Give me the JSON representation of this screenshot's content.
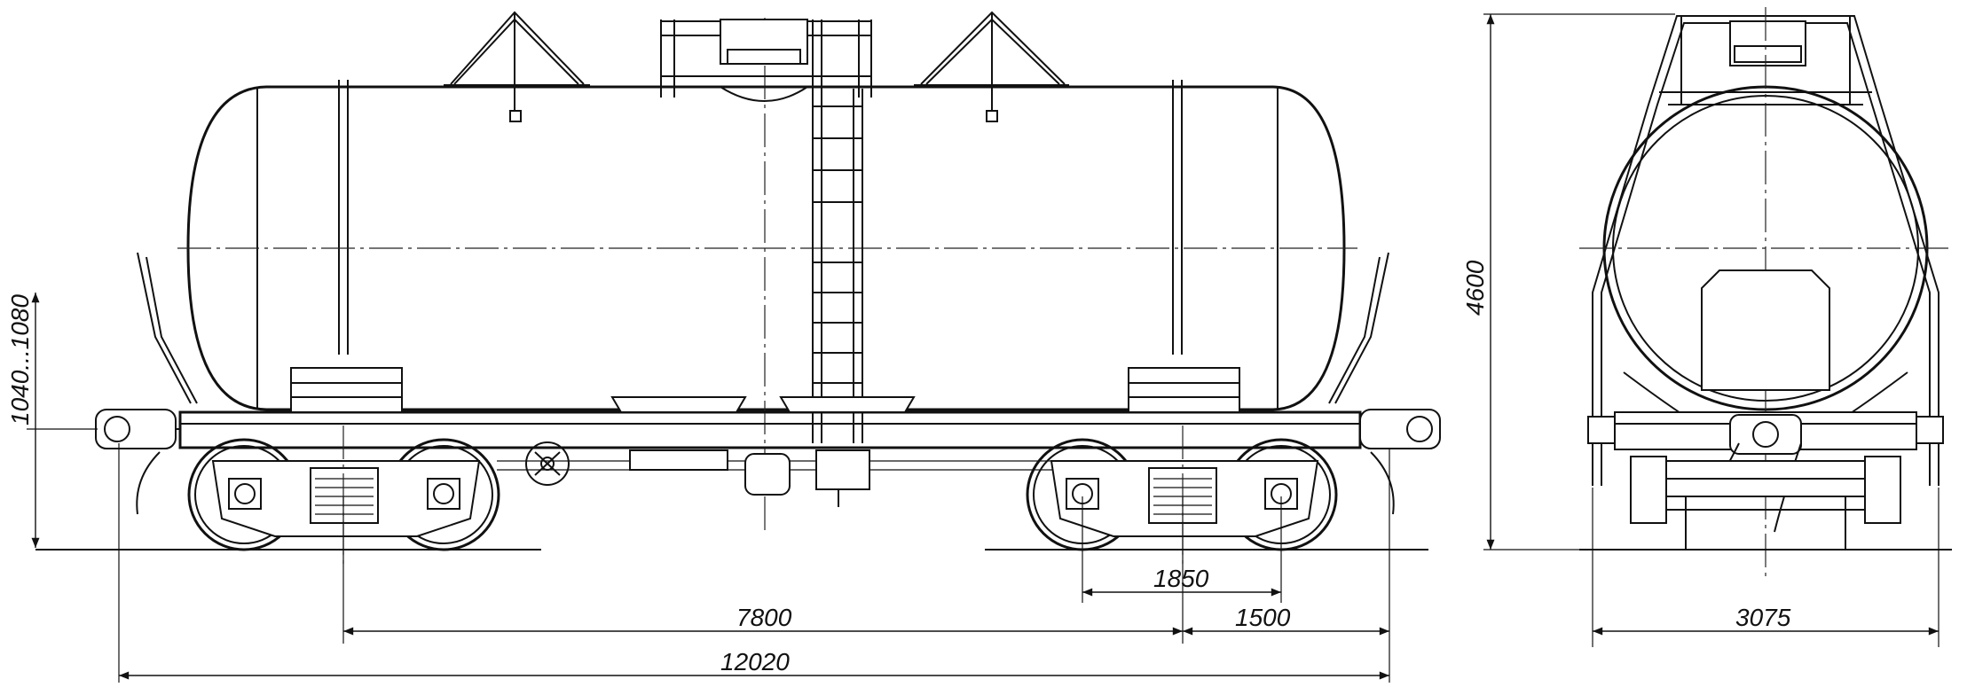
{
  "drawing": {
    "dimensions": {
      "height_range": "1040...1080",
      "overall_height": "4600",
      "bogie_wheelbase": "1850",
      "bogie_centers": "7800",
      "overhang": "1500",
      "overall_length": "12020",
      "overall_width": "3075"
    }
  }
}
